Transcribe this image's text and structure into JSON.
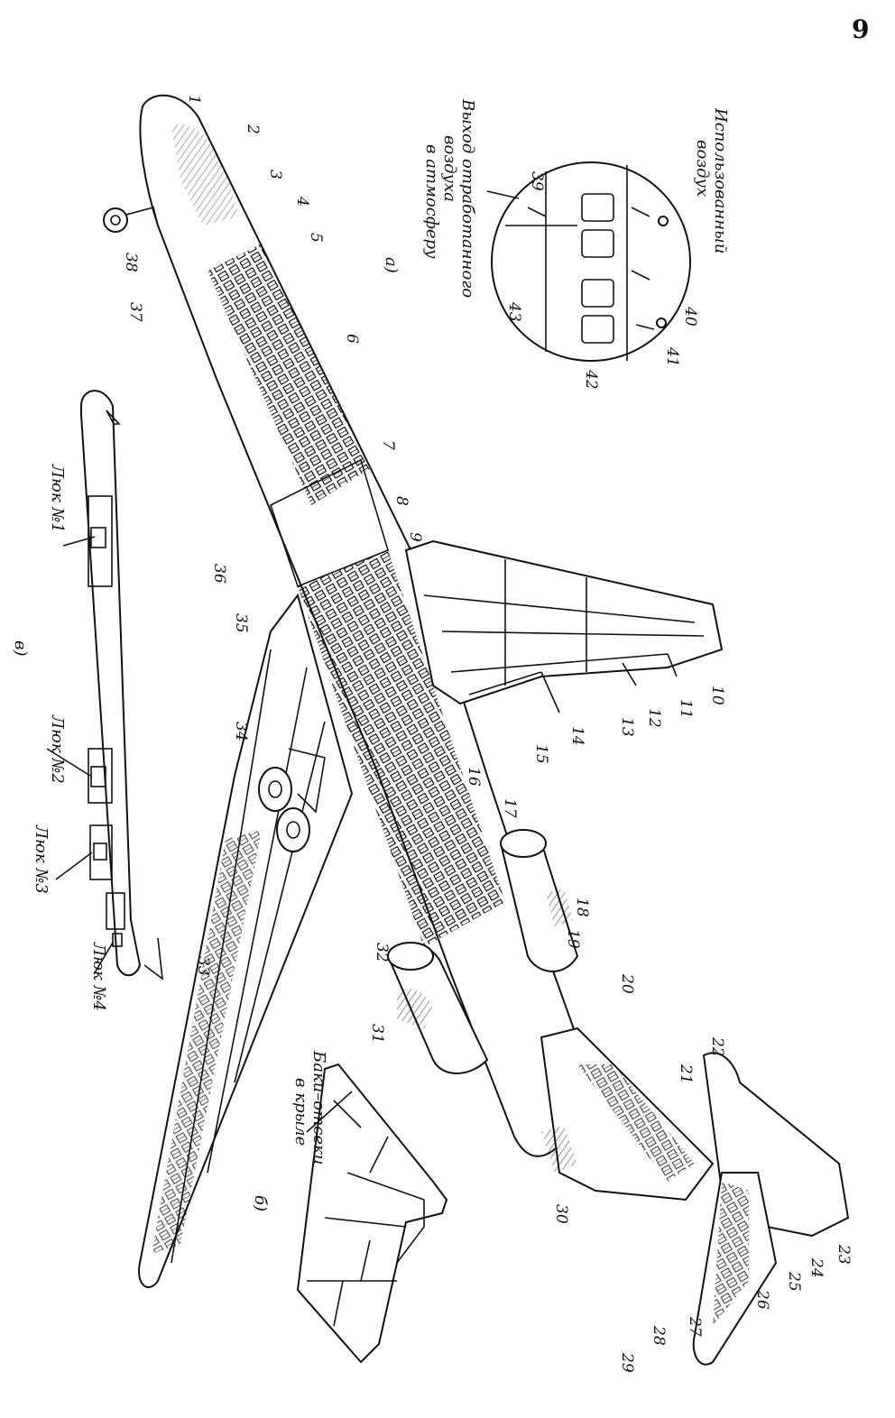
{
  "page_number": "9",
  "view_labels": {
    "a": "а)",
    "b": "б)",
    "v": "в)"
  },
  "callouts": [
    "1",
    "2",
    "3",
    "4",
    "5",
    "6",
    "7",
    "8",
    "9",
    "10",
    "11",
    "12",
    "13",
    "14",
    "15",
    "16",
    "17",
    "18",
    "19",
    "20",
    "21",
    "22",
    "23",
    "24",
    "25",
    "26",
    "27",
    "28",
    "29",
    "30",
    "31",
    "32",
    "33",
    "34",
    "35",
    "36",
    "37",
    "38",
    "39",
    "40",
    "41",
    "42",
    "43"
  ],
  "notes": {
    "used_air_line1": "Использованный",
    "used_air_line2": "воздух",
    "exhaust_line1": "Выход отработанного",
    "exhaust_line2": "воздуха",
    "exhaust_line3": "в атмосферу",
    "tanks_line1": "Баки–отсеки",
    "tanks_line2": "в крыле"
  },
  "hatches": [
    "Люк №1",
    "Люк №2",
    "Люк №3",
    "Люк №4"
  ]
}
